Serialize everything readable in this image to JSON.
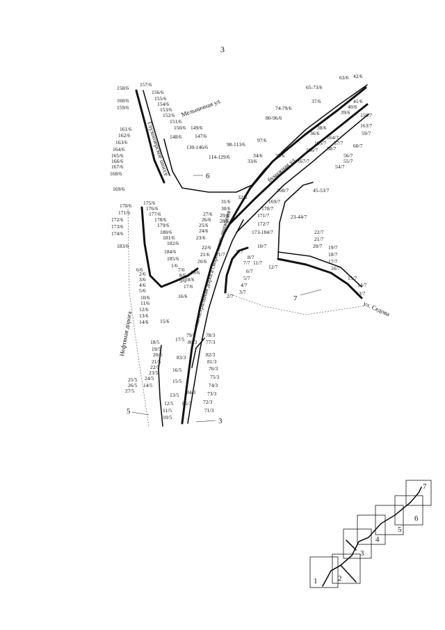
{
  "page_number": "3",
  "streets": {
    "melnichnaya": "Мельничная ул.",
    "glukhoozerskoe": "Глухоозерское шоссе",
    "bumazhnaya": "бумажная ул.",
    "neftyanaya": "Нефтяная дорога",
    "magistral": "магистральная дорога скоростного движения",
    "sedova": "ул. Седова"
  },
  "segment_markers": [
    "3",
    "5",
    "6",
    "7"
  ],
  "point_labels": [
    "157/6",
    "158/6",
    "156/6",
    "155/6",
    "154/6",
    "153/6",
    "152/6",
    "151/6",
    "150/6",
    "149/6",
    "148/6",
    "147/6",
    "160/6",
    "159/6",
    "161/6",
    "162/6",
    "163/6",
    "164/6",
    "165/6",
    "166/6",
    "167/6",
    "168/6",
    "169/6",
    "130-146/6",
    "114-129/6",
    "98-113/6",
    "97/6",
    "34/6",
    "33/6",
    "32/6",
    "35/6",
    "80-96/6",
    "74-79/6",
    "65-73/6",
    "63/6",
    "42/6",
    "37/6",
    "41/6",
    "40/6",
    "39/6",
    "38/6",
    "36/6",
    "159/7",
    "163/7",
    "59/7",
    "60/7",
    "164/7",
    "57/7",
    "58/7",
    "165/7",
    "166/7",
    "56/7",
    "55/7",
    "54/7",
    "167/7",
    "168/7",
    "45-53/7",
    "169/7",
    "170/7",
    "171/7",
    "172/7",
    "173-184/7",
    "23-44/7",
    "22/7",
    "21/7",
    "20/7",
    "19/7",
    "18/7",
    "17/7",
    "16/7",
    "15/7",
    "14/7",
    "13/7",
    "12/7",
    "11/7",
    "10/7",
    "9/7",
    "8/7",
    "7/7",
    "6/7",
    "5/7",
    "4/7",
    "3/7",
    "2/7",
    "1/7",
    "31/6",
    "30/6",
    "29/6",
    "28/6",
    "27/6",
    "26/6",
    "25/6",
    "24/6",
    "23/6",
    "22/6",
    "21/6",
    "20/6",
    "175/6",
    "170/6",
    "176/6",
    "171/6",
    "177/6",
    "172/6",
    "178/6",
    "173/6",
    "179/6",
    "174/6",
    "180/6",
    "181/6",
    "182/6",
    "183/6",
    "184/6",
    "185/6",
    "1/6",
    "2/6",
    "3/6",
    "4/6",
    "5/6",
    "6/6",
    "7/6",
    "8/6",
    "9/6",
    "10/6",
    "11/6",
    "12/6",
    "13/6",
    "14/6",
    "15/6",
    "16/6",
    "17/6",
    "18/6",
    "19/6",
    "79/3",
    "78/3",
    "80/3",
    "77/3",
    "82/3",
    "81/3",
    "76/3",
    "75/3",
    "74/3",
    "73/3",
    "72/3",
    "71/3",
    "83/3",
    "84/3",
    "85/3",
    "17/5",
    "18/5",
    "19/5",
    "20/5",
    "21/5",
    "22/5",
    "23/5",
    "24/5",
    "25/5",
    "26/5",
    "27/5",
    "16/5",
    "15/5",
    "14/5",
    "13/5",
    "12/5",
    "11/5",
    "10/5"
  ],
  "index_map": {
    "squares": [
      "1",
      "2",
      "3",
      "4",
      "5",
      "6",
      "7"
    ]
  }
}
